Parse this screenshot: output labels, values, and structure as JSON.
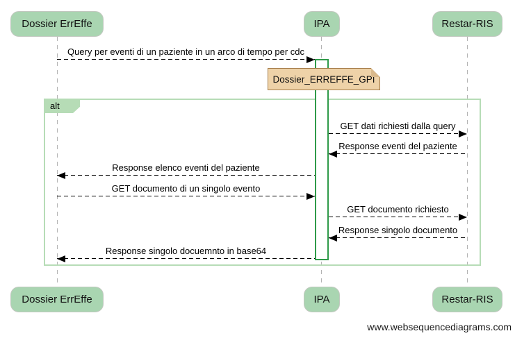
{
  "diagram_type": "uml-sequence-diagram",
  "actors": [
    {
      "name": "Dossier ErrEffe"
    },
    {
      "name": "IPA"
    },
    {
      "name": "Restar-RIS"
    }
  ],
  "note": {
    "text": "Dossier_ERREFFE_GPI",
    "attached_to": "IPA"
  },
  "alt_frame": {
    "label": "alt"
  },
  "messages": [
    {
      "label": "Query per eventi di un paziente in un arco di tempo per cdc",
      "from": "Dossier ErrEffe",
      "to": "IPA",
      "line": "dashed",
      "direction": "right"
    },
    {
      "label": "GET dati richiesti dalla query",
      "from": "IPA",
      "to": "Restar-RIS",
      "line": "dashed",
      "direction": "right"
    },
    {
      "label": "Response eventi del paziente",
      "from": "Restar-RIS",
      "to": "IPA",
      "line": "dashed",
      "direction": "left"
    },
    {
      "label": "Response elenco eventi del paziente",
      "from": "IPA",
      "to": "Dossier ErrEffe",
      "line": "dashed",
      "direction": "left"
    },
    {
      "label": "GET documento di un singolo evento",
      "from": "Dossier ErrEffe",
      "to": "IPA",
      "line": "dashed",
      "direction": "right"
    },
    {
      "label": "GET documento richiesto",
      "from": "IPA",
      "to": "Restar-RIS",
      "line": "dashed",
      "direction": "right"
    },
    {
      "label": "Response singolo documento",
      "from": "Restar-RIS",
      "to": "IPA",
      "line": "dashed",
      "direction": "left"
    },
    {
      "label": "Response singolo docuemnto in base64",
      "from": "IPA",
      "to": "Dossier ErrEffe",
      "line": "dashed",
      "direction": "left"
    }
  ],
  "watermark": "www.websequencediagrams.com",
  "colors": {
    "actor_fill": "#a9d5b1",
    "actor_border": "#c2c8c0",
    "frame_border": "#b6dcb6",
    "activation_border": "#2f9a49",
    "note_fill": "#eed2a8",
    "note_border": "#a57c49",
    "lifeline": "#b3b3b3",
    "message_line": "#000000",
    "background": "#ffffff"
  }
}
